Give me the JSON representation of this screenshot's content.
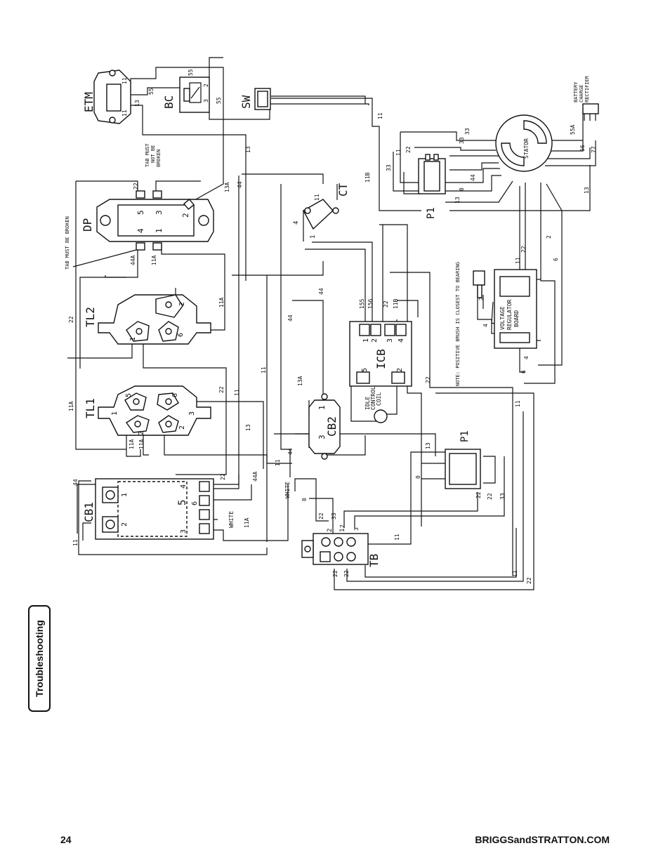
{
  "side_tab": {
    "label": "Troubleshooting"
  },
  "footer": {
    "page_number": "24",
    "website": "BRIGGSandSTRATTON.COM"
  },
  "components": {
    "etm": "ETM",
    "bc": "BC",
    "sw": "SW",
    "dp": "DP",
    "ct": "CT",
    "tl2": "TL2",
    "tl1": "TL1",
    "icb": "ICB",
    "cb2": "CB2",
    "cb1": "CB1",
    "tb": "TB",
    "p1_top": "P1",
    "p1_mid": "P1",
    "stator": "STATOR"
  },
  "notes": {
    "tab_must_not_be_broken": [
      "TAB MUST",
      "NOT BE",
      "BROKEN"
    ],
    "tab_must_be_broken": "TAB MUST BE BROKEN",
    "positive_brush": "NOTE: POSITIVE BRUSH IS CLOSEST TO BEARING",
    "voltage_regulator": [
      "VOLTAGE",
      "REGULATOR",
      "BOARD"
    ],
    "battery_rectifier": [
      "BATTERY",
      "CHARGE",
      "RECTIFIER"
    ],
    "idle_control": [
      "IDLE",
      "CONTROL",
      "COIL"
    ]
  },
  "wire_labels": [
    "55",
    "13",
    "55",
    "55",
    "11",
    "13",
    "44",
    "13A",
    "11B",
    "11",
    "44A",
    "11A",
    "11A",
    "22",
    "22",
    "44",
    "11",
    "11",
    "44",
    "13A",
    "155",
    "156",
    "22",
    "11B",
    "22",
    "33",
    "11",
    "22",
    "33",
    "44",
    "0",
    "13",
    "33",
    "55A",
    "66",
    "77",
    "13",
    "22",
    "2",
    "6",
    "4",
    "6",
    "4",
    "11",
    "2",
    "11",
    "22",
    "11A",
    "11A",
    "11A",
    "22",
    "44A",
    "11A",
    "13",
    "11",
    "44",
    "WHITE",
    "WHITE",
    "0",
    "22",
    "33",
    "2",
    "3",
    "13",
    "0",
    "22",
    "22",
    "33",
    "11",
    "11",
    "22",
    "11",
    "22",
    "22",
    "44",
    "11",
    "11",
    "4",
    "1",
    "2",
    "3",
    "2",
    "6",
    "1",
    "5",
    "3",
    "4",
    "1",
    "2",
    "5",
    "6",
    "3",
    "1",
    "2",
    "2",
    "1",
    "2",
    "3",
    "4",
    "5",
    "2",
    "1",
    "3",
    "1",
    "2",
    "4",
    "3",
    "5",
    "6",
    "2",
    "1",
    "1",
    "2"
  ]
}
